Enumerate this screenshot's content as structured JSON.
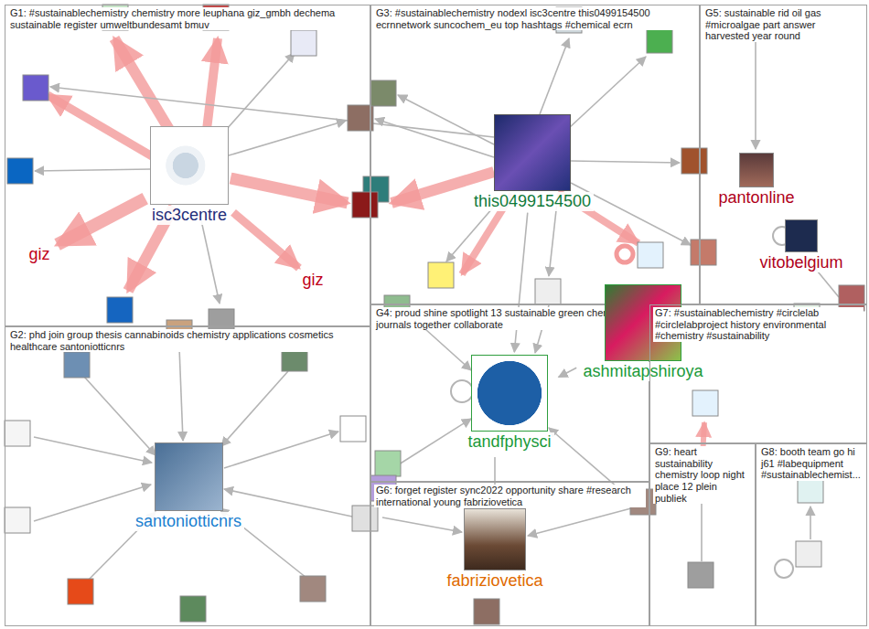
{
  "diagram": {
    "nodes": [
      {
        "text": [
          "G1: #sustainablechemistry chemistry more leuphana giz_gmbh dechema sustainable register umweltbundesamt bmuv"
        ]
      },
      {
        "text": [
          "isc3centre"
        ],
        "in": 0
      },
      {
        "text": [
          "giz"
        ],
        "in": 0
      },
      {
        "text": [
          "giz"
        ],
        "in": 0
      },
      {
        "text": [
          "G3: #sustainablechemistry nodexl isc3centre this0499154500 ecrnnetwork suncochem_eu top hashtags #chemical ecrn"
        ]
      },
      {
        "text": [
          "this0499154500"
        ],
        "in": 4
      },
      {
        "text": [
          "G5: sustainable rid oil gas #microalgae part answer harvested year round"
        ]
      },
      {
        "text": [
          "pantonline"
        ],
        "in": 6
      },
      {
        "text": [
          "vitobelgium"
        ],
        "in": 6
      },
      {
        "text": [
          "G2: phd join group thesis cannabinoids chemistry applications cosmetics healthcare santoniotticnrs"
        ]
      },
      {
        "text": [
          "santoniotticnrs"
        ],
        "in": 9
      },
      {
        "text": [
          "G4: proud shine spotlight 13 sustainable green chemistry journals together collaborate"
        ]
      },
      {
        "text": [
          "tandfphysci"
        ],
        "in": 11
      },
      {
        "text": [
          "ashmitapshiroya"
        ],
        "in": 11
      },
      {
        "text": [
          "G7: #sustainablechemistry #circlelab #circlelabproject history environmental #chemistry #sustainability"
        ]
      },
      {
        "text": [
          "G6: forget register sync2022 opportunity share #research international young fabriziovetica"
        ]
      },
      {
        "text": [
          "fabriziovetica"
        ],
        "in": 15
      },
      {
        "text": [
          "G9: heart sustainability chemistry loop night place 12 plein publiek"
        ]
      },
      {
        "text": [
          "G8: booth team go hi j61 #labequipment #sustainablechemist..."
        ]
      }
    ],
    "edges": [
      {
        "from": 1,
        "to": 2,
        "arrow": "to"
      },
      {
        "from": 1,
        "to": 3,
        "arrow": "to"
      },
      {
        "from": 5,
        "to": 12,
        "arrow": "to"
      },
      {
        "from": 13,
        "to": 12,
        "arrow": "to"
      }
    ]
  }
}
